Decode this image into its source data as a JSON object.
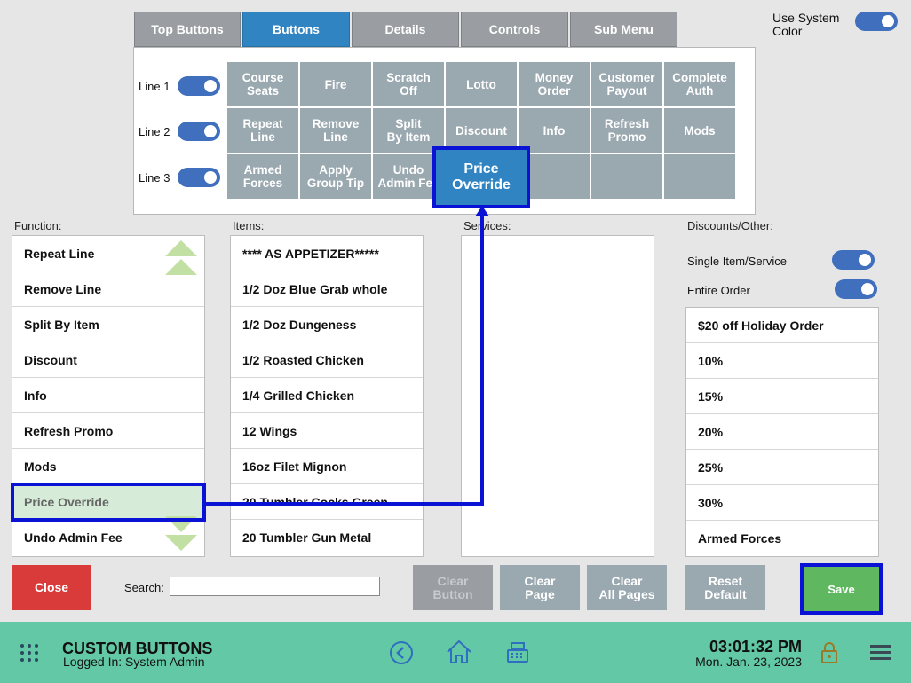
{
  "tabs": [
    "Top Buttons",
    "Buttons",
    "Details",
    "Controls",
    "Sub Menu"
  ],
  "active_tab": "Buttons",
  "system_color": {
    "label": "Use System Color",
    "on": true
  },
  "lines": [
    {
      "label": "Line 1",
      "on": true
    },
    {
      "label": "Line 2",
      "on": true
    },
    {
      "label": "Line 3",
      "on": true
    }
  ],
  "grid_buttons": [
    "Course\nSeats",
    "Fire",
    "Scratch\nOff",
    "Lotto",
    "Money\nOrder",
    "Customer\nPayout",
    "Complete\nAuth",
    "Repeat\nLine",
    "Remove\nLine",
    "Split\nBy Item",
    "Discount",
    "Info",
    "Refresh\nPromo",
    "Mods",
    "Armed\nForces",
    "Apply\nGroup Tip",
    "Undo\nAdmin Fee",
    "Price\nOverride",
    "",
    "",
    ""
  ],
  "labels": {
    "function": "Function:",
    "items": "Items:",
    "services": "Services:",
    "discounts": "Discounts/Other:"
  },
  "function_list": [
    "Repeat Line",
    "Remove Line",
    "Split By Item",
    "Discount",
    "Info",
    "Refresh Promo",
    "Mods",
    "Price Override",
    "Undo Admin Fee"
  ],
  "function_selected": "Price Override",
  "items_list": [
    "**** AS APPETIZER*****",
    "1/2 Doz Blue Grab whole",
    "1/2 Doz Dungeness",
    "1/2 Roasted Chicken",
    "1/4 Grilled Chicken",
    "12 Wings",
    "16oz Filet Mignon",
    "20 Tumbler Cocks Green",
    "20 Tumbler Gun Metal"
  ],
  "services_list": [],
  "discount_toggles": [
    {
      "label": "Single Item/Service",
      "on": true
    },
    {
      "label": "Entire Order",
      "on": true
    }
  ],
  "discounts_list": [
    "$20 off Holiday Order",
    "10%",
    "15%",
    "20%",
    "25%",
    "30%",
    "Armed Forces"
  ],
  "buttons": {
    "close": "Close",
    "search_label": "Search:",
    "search_value": "",
    "clear_button": "Clear\nButton",
    "clear_page": "Clear\nPage",
    "clear_all_pages": "Clear\nAll Pages",
    "reset_default": "Reset\nDefault",
    "save": "Save"
  },
  "footer": {
    "title": "CUSTOM BUTTONS",
    "logged_in": "Logged In:  System Admin",
    "time": "03:01:32 PM",
    "date": "Mon. Jan. 23, 2023"
  },
  "colors": {
    "accent": "#2f84c1",
    "highlight_border": "#0a12d6",
    "close": "#d93a3a",
    "save": "#5fb85f",
    "footer": "#63c8a5"
  },
  "icons": [
    "grid-menu-icon",
    "back-circle-icon",
    "home-icon",
    "cash-register-icon",
    "lock-icon",
    "hamburger-menu-icon"
  ]
}
